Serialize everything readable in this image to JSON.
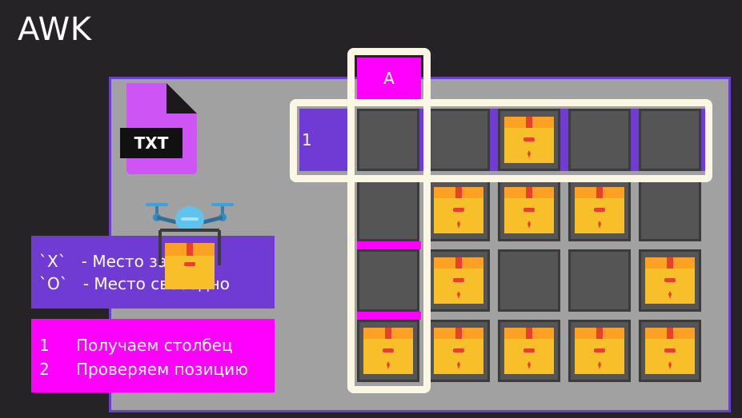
{
  "title": "AWK",
  "file_icon": {
    "label": "TXT"
  },
  "grid": {
    "column_header": "A",
    "row_header": "1",
    "rows": [
      [
        "empty",
        "empty",
        "box",
        "empty",
        "empty"
      ],
      [
        "empty",
        "box",
        "box",
        "box",
        "empty"
      ],
      [
        "empty",
        "box",
        "empty",
        "empty",
        "box"
      ],
      [
        "box",
        "box",
        "box",
        "box",
        "box"
      ]
    ]
  },
  "legend": {
    "items": [
      {
        "key": "`X`",
        "text": "- Место за"
      },
      {
        "key": "`O`",
        "text": "- Место свободно"
      }
    ]
  },
  "steps": {
    "items": [
      {
        "num": "1",
        "text": "Получаем столбец"
      },
      {
        "num": "2",
        "text": "Проверяем позицию"
      }
    ]
  },
  "colors": {
    "background": "#252326",
    "panel": "#a1a1a1",
    "purple": "#6f3bd2",
    "magenta": "#ff00ff",
    "highlight": "#fbf7e4",
    "box": "#f7c02b"
  }
}
